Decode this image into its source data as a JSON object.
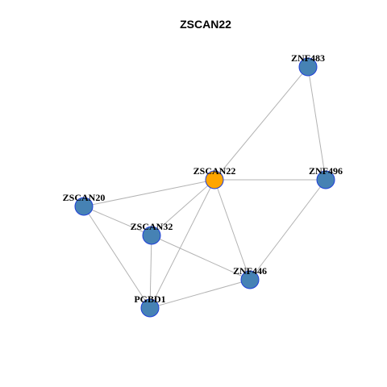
{
  "title": "ZSCAN22",
  "colors": {
    "center_node": "#FFA500",
    "node": "#4682B4",
    "node_border": "#1F3FD9",
    "edge": "#B3B3B3"
  },
  "nodes": [
    {
      "id": "ZSCAN22",
      "label": "ZSCAN22",
      "role": "center"
    },
    {
      "id": "ZNF483",
      "label": "ZNF483",
      "role": "neighbor"
    },
    {
      "id": "ZNF496",
      "label": "ZNF496",
      "role": "neighbor"
    },
    {
      "id": "ZSCAN20",
      "label": "ZSCAN20",
      "role": "neighbor"
    },
    {
      "id": "ZSCAN32",
      "label": "ZSCAN32",
      "role": "neighbor"
    },
    {
      "id": "ZNF446",
      "label": "ZNF446",
      "role": "neighbor"
    },
    {
      "id": "PGBD1",
      "label": "PGBD1",
      "role": "neighbor"
    }
  ],
  "edges": [
    [
      "ZSCAN22",
      "ZNF483"
    ],
    [
      "ZSCAN22",
      "ZNF496"
    ],
    [
      "ZSCAN22",
      "ZSCAN20"
    ],
    [
      "ZSCAN22",
      "ZSCAN32"
    ],
    [
      "ZSCAN22",
      "ZNF446"
    ],
    [
      "ZSCAN22",
      "PGBD1"
    ],
    [
      "ZNF483",
      "ZNF496"
    ],
    [
      "ZNF496",
      "ZNF446"
    ],
    [
      "ZSCAN20",
      "ZSCAN32"
    ],
    [
      "ZSCAN20",
      "PGBD1"
    ],
    [
      "ZSCAN32",
      "ZNF446"
    ],
    [
      "ZSCAN32",
      "PGBD1"
    ],
    [
      "PGBD1",
      "ZNF446"
    ]
  ]
}
